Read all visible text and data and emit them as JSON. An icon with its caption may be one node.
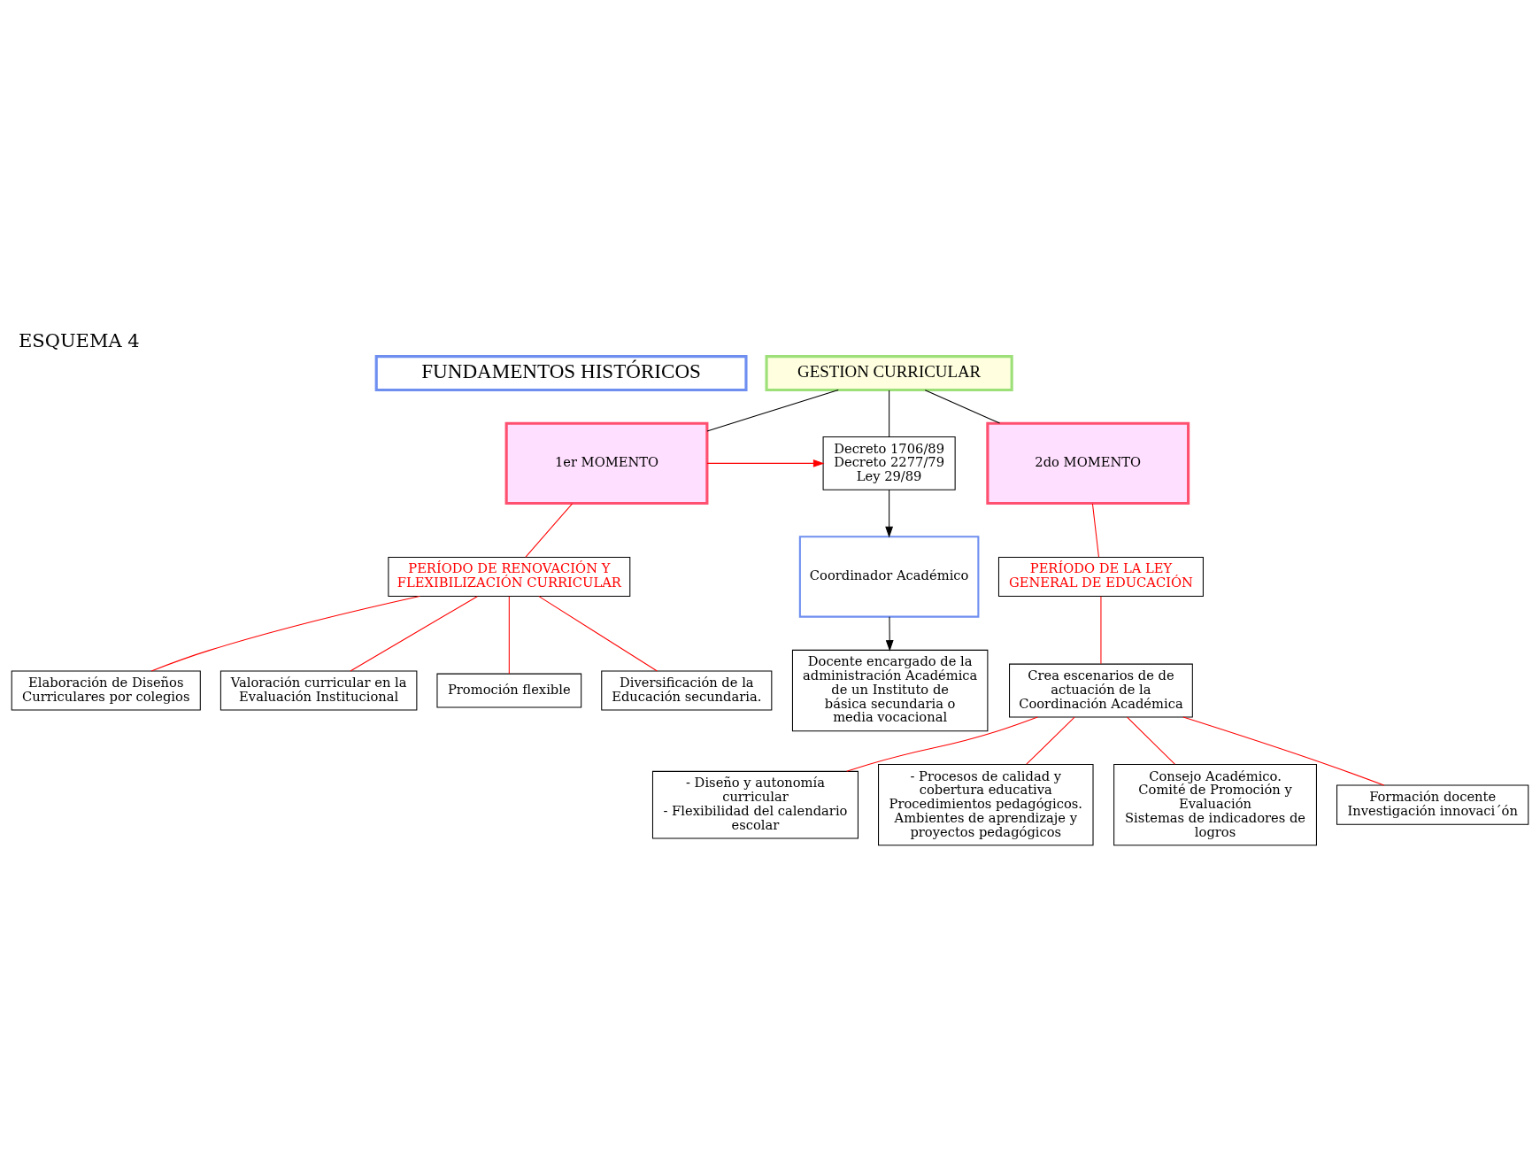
{
  "diagram": {
    "title": "ESQUEMA 4",
    "nodes": [
      {
        "text": [
          "FUNDAMENTOS HISTÓRICOS"
        ]
      },
      {
        "text": [
          "GESTION CURRICULAR"
        ]
      },
      {
        "text": [
          "1er MOMENTO"
        ]
      },
      {
        "text": [
          "Decreto 1706/89",
          "Decreto 2277/79",
          "Ley 29/89"
        ]
      },
      {
        "text": [
          "2do MOMENTO"
        ]
      },
      {
        "text": [
          "PERÍODO DE RENOVACIÓN Y FLEXIBILIZACIÓN CURRICULAR"
        ]
      },
      {
        "text": [
          "Coordinador Académico"
        ]
      },
      {
        "text": [
          "PERÍODO DE LA LEY GENERAL DE EDUCACIÓN"
        ]
      },
      {
        "text": [
          "Elaboración de Diseños Curriculares por colegios"
        ]
      },
      {
        "text": [
          "Valoración curricular en la Evaluación Institucional"
        ]
      },
      {
        "text": [
          "Promoción flexible"
        ]
      },
      {
        "text": [
          "Diversificación de la Educación secundaria."
        ]
      },
      {
        "text": [
          "Docente encargado de la administración Académica de un Instituto de básica secundaria o media vocacional"
        ]
      },
      {
        "text": [
          "Crea escenarios de de actuación de la Coordinación Académica"
        ]
      },
      {
        "text": [
          "- Diseño y autonomía curricular",
          "- Flexibilidad del calendario escolar"
        ]
      },
      {
        "text": [
          "- Procesos de calidad y cobertura educativa",
          "Procedimientos pedagógicos.",
          "Ambientes de aprendizaje y proyectos pedagógicos"
        ]
      },
      {
        "text": [
          "Consejo Académico.",
          "Comité de Promoción y Evaluación",
          "Sistemas de indicadores de logros"
        ]
      },
      {
        "text": [
          "Formación docente",
          "Investigación innovaci´ón"
        ]
      }
    ],
    "edges": [
      {
        "from": 1,
        "to": 2,
        "arrow": "none",
        "color": "#000000"
      },
      {
        "from": 1,
        "to": 3,
        "arrow": "none",
        "color": "#000000"
      },
      {
        "from": 1,
        "to": 4,
        "arrow": "none",
        "color": "#000000"
      },
      {
        "from": 2,
        "to": 3,
        "arrow": "to"
      },
      {
        "from": 2,
        "to": 5,
        "arrow": "none"
      },
      {
        "from": 3,
        "to": 6,
        "arrow": "to",
        "color": "#000000"
      },
      {
        "from": 4,
        "to": 7,
        "arrow": "none"
      },
      {
        "from": 5,
        "to": 8,
        "arrow": "none"
      },
      {
        "from": 5,
        "to": 9,
        "arrow": "none"
      },
      {
        "from": 5,
        "to": 10,
        "arrow": "none"
      },
      {
        "from": 5,
        "to": 11,
        "arrow": "none"
      },
      {
        "from": 6,
        "to": 12,
        "arrow": "to",
        "color": "#000000"
      },
      {
        "from": 7,
        "to": 13,
        "arrow": "none"
      },
      {
        "from": 13,
        "to": 14,
        "arrow": "none"
      },
      {
        "from": 13,
        "to": 15,
        "arrow": "none"
      },
      {
        "from": 13,
        "to": 16,
        "arrow": "none"
      },
      {
        "from": 13,
        "to": 17,
        "arrow": "none"
      }
    ]
  }
}
